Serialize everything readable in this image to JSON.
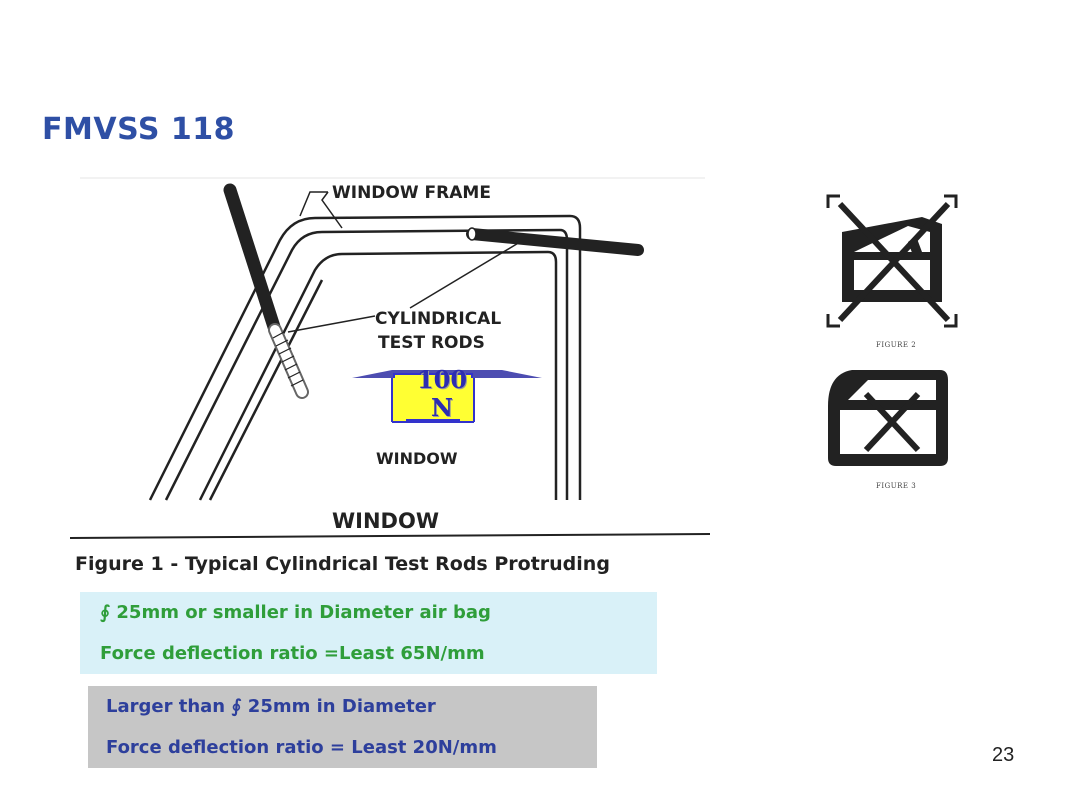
{
  "slide": {
    "title": "FMVSS 118",
    "page_number": "23"
  },
  "figure1": {
    "label_window_frame": "WINDOW FRAME",
    "label_rods_line1": "CYLINDRICAL",
    "label_rods_line2": "TEST RODS",
    "label_window_inner": "WINDOW",
    "label_window_bottom": "WINDOW",
    "caption": "Figure 1 - Typical Cylindrical Test Rods Protruding"
  },
  "callout": {
    "line1": "100",
    "line2": "N",
    "fill": "#ffff33",
    "outline": "#3333cc"
  },
  "figure2": {
    "caption": "FIGURE 2"
  },
  "figure3": {
    "caption": "FIGURE 3"
  },
  "box_small_rod": {
    "line1_symbol": "∮",
    "line1_text": "25mm or smaller in Diameter   air bag",
    "line2": "Force deflection ratio =Least 65N/mm",
    "background": "#d9f1f8",
    "text_color": "#2f9e3a"
  },
  "box_large_rod": {
    "line1_prefix": "Larger than",
    "line1_symbol": "∮",
    "line1_text": "25mm in Diameter",
    "line2": "Force deflection ratio = Least 20N/mm",
    "background": "#c6c6c6",
    "text_color": "#2d3f9c"
  }
}
